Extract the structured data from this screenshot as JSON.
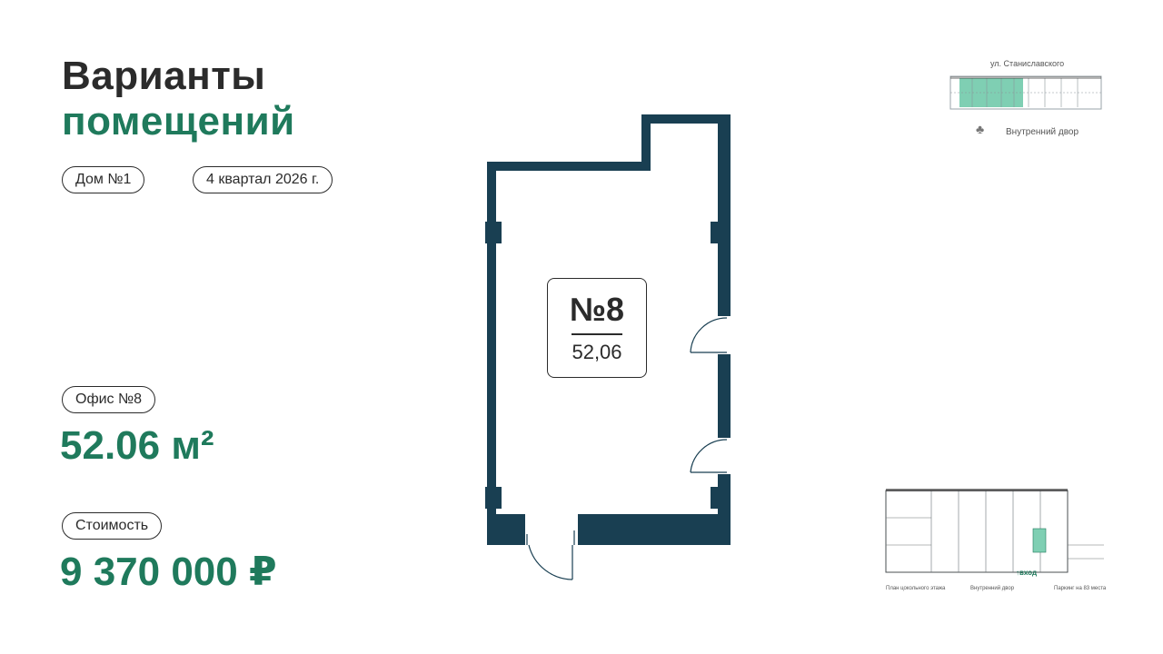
{
  "header": {
    "title_line1": "Варианты",
    "title_line2": "помещений"
  },
  "tags": {
    "house": "Дом №1",
    "completion": "4 квартал 2026 г."
  },
  "office": {
    "label": "Офис №8",
    "area": "52.06 м²"
  },
  "price": {
    "label": "Стоимость",
    "value": "9 370 000 ₽"
  },
  "plan": {
    "room_number": "№8",
    "room_area": "52,06"
  },
  "mini_map_top": {
    "street": "ул. Станиславского",
    "yard": "Внутренний двор"
  },
  "mini_map_bottom": {
    "plan_caption": "План цокольного этажа",
    "yard": "Внутренний двор",
    "parking": "Паркинг на 83 места",
    "entry": "вход"
  },
  "colors": {
    "accent_green": "#1f7a5c",
    "wall_navy": "#193f52",
    "text_dark": "#2b2b2b"
  }
}
